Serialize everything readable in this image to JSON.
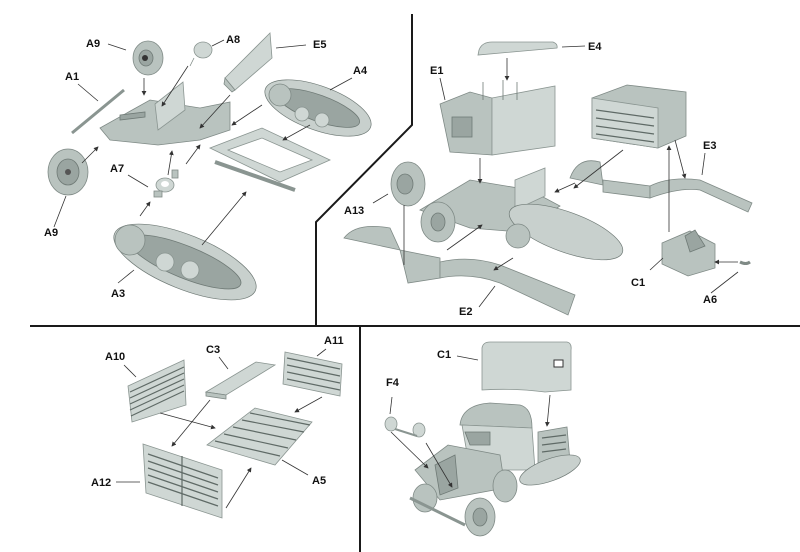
{
  "diagram": {
    "title": "Half-track truck assembly instructions",
    "colors": {
      "part": "#b9c3bf",
      "part_dark": "#9aa5a1",
      "line": "#1a1a1a",
      "label": "#111111"
    },
    "panels": [
      {
        "id": "chassis",
        "labels": {
          "a9_top": "A9",
          "a8": "A8",
          "e5": "E5",
          "a1": "A1",
          "a4": "A4",
          "a7": "A7",
          "a9_bottom": "A9",
          "a3": "A3"
        }
      },
      {
        "id": "cab-and-body",
        "labels": {
          "e4": "E4",
          "e1": "E1",
          "e3": "E3",
          "a13": "A13",
          "c1": "C1",
          "a6": "A6",
          "e2": "E2"
        }
      },
      {
        "id": "cargo-bed",
        "labels": {
          "a10": "A10",
          "c3": "C3",
          "a11": "A11",
          "a12": "A12",
          "a5": "A5"
        }
      },
      {
        "id": "final",
        "labels": {
          "c1": "C1",
          "f4": "F4"
        }
      }
    ]
  }
}
